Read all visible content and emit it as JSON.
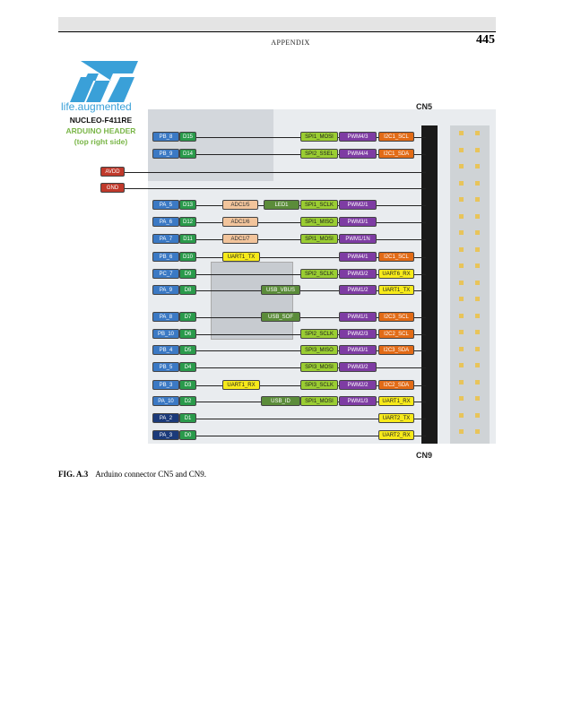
{
  "header": {
    "running_head": "APPENDIX",
    "page_number": "445"
  },
  "figure": {
    "logo_alt": "ST",
    "tagline": "life.augmented",
    "board_name": "NUCLEO-F411RE",
    "header_title": "ARDUINO HEADER",
    "header_subtitle": "(top right side)",
    "cn5": "CN5",
    "cn9": "CN9",
    "rows": [
      {
        "pin": "PB_8",
        "ard": "D15",
        "spi": "SPI1_MOSI",
        "pwm": "PWM4/3",
        "i2c": "I2C1_SCL"
      },
      {
        "pin": "PB_9",
        "ard": "D14",
        "spi": "SPI2_SSEL",
        "pwm": "PWM4/4",
        "i2c": "I2C1_SDA"
      },
      {
        "pwr": "AVDD"
      },
      {
        "pwr": "GND"
      },
      {
        "pin": "PA_5",
        "ard": "D13",
        "adc": "ADC1/5",
        "led": "LED1",
        "spi": "SPI1_SCLK",
        "pwm": "PWM2/1"
      },
      {
        "pin": "PA_6",
        "ard": "D12",
        "adc": "ADC1/6",
        "spi": "SPI1_MISO",
        "pwm": "PWM3/1"
      },
      {
        "pin": "PA_7",
        "ard": "D11",
        "adc": "ADC1/7",
        "spi": "SPI1_MOSI",
        "pwm": "PWM1/1N"
      },
      {
        "pin": "PB_6",
        "ard": "D10",
        "uart": "UART1_TX",
        "pwm": "PWM4/1",
        "i2c": "I2C1_SCL"
      },
      {
        "pin": "PC_7",
        "ard": "D9",
        "spi": "SPI2_SCLK",
        "pwm": "PWM3/2",
        "uart2": "UART6_RX"
      },
      {
        "pin": "PA_9",
        "ard": "D8",
        "usb": "USB_VBUS",
        "pwm": "PWM1/2",
        "uart2": "UART1_TX"
      },
      {
        "pin": "PA_8",
        "ard": "D7",
        "usb": "USB_SOF",
        "pwm": "PWM1/1",
        "i2c": "I2C3_SCL"
      },
      {
        "pin": "PB_10",
        "ard": "D6",
        "spi": "SPI2_SCLK",
        "pwm": "PWM2/3",
        "i2c": "I2C2_SCL"
      },
      {
        "pin": "PB_4",
        "ard": "D5",
        "spi": "SPI3_MISO",
        "pwm": "PWM3/1",
        "i2c": "I2C3_SDA"
      },
      {
        "pin": "PB_5",
        "ard": "D4",
        "spi": "SPI3_MOSI",
        "pwm": "PWM3/2"
      },
      {
        "pin": "PB_3",
        "ard": "D3",
        "uart": "UART1_RX",
        "spi": "SPI3_SCLK",
        "pwm": "PWM2/2",
        "i2c": "I2C2_SDA"
      },
      {
        "pin": "PA_10",
        "ard": "D2",
        "usb": "USB_ID",
        "spi": "SPI1_MOSI",
        "pwm": "PWM1/3",
        "uart2": "UART1_RX"
      },
      {
        "pinD": "PA_2",
        "ard": "D1",
        "uart2": "UART2_TX"
      },
      {
        "pinD": "PA_3",
        "ard": "D0",
        "uart2": "UART2_RX"
      }
    ]
  },
  "caption": {
    "label": "FIG. A.3",
    "text": "Arduino connector CN5 and CN9."
  }
}
